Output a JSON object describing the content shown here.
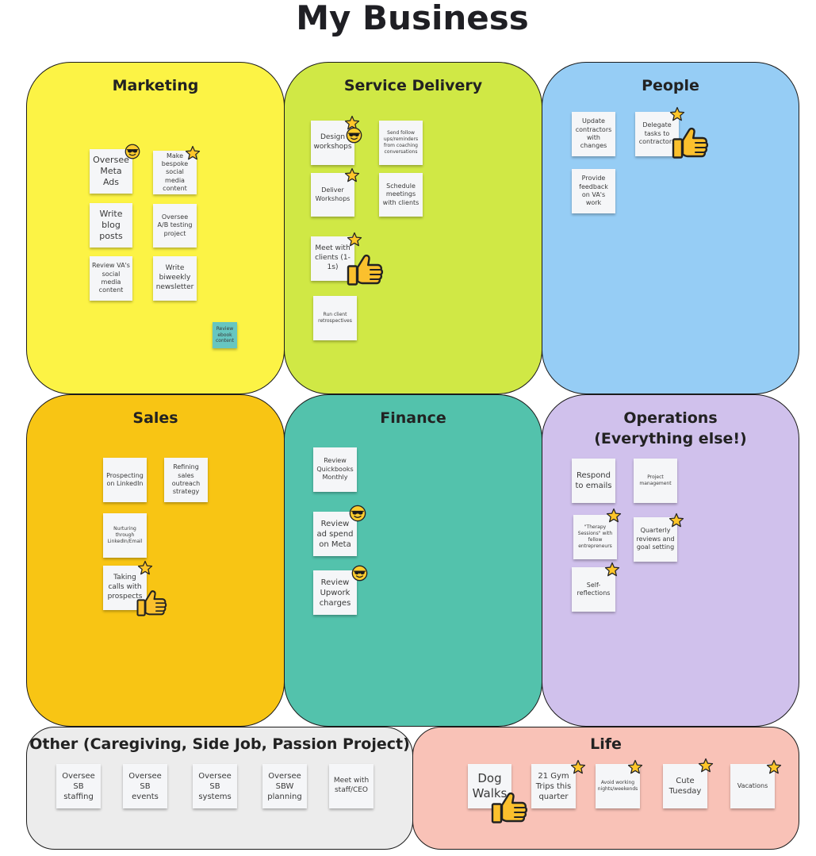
{
  "board": {
    "title": "My Business"
  },
  "frames": {
    "marketing": {
      "title": "Marketing",
      "color": "#fcf345"
    },
    "service_delivery": {
      "title": "Service Delivery",
      "color": "#d0e845"
    },
    "people": {
      "title": "People",
      "color": "#96cdf5"
    },
    "sales": {
      "title": "Sales",
      "color": "#f8c514"
    },
    "finance": {
      "title": "Finance",
      "color": "#53c2ac"
    },
    "operations": {
      "title": "Operations",
      "subtitle": "(Everything else!)",
      "color": "#d0c1ec"
    },
    "other": {
      "title": "Other (Caregiving, Side Job, Passion Project)",
      "color": "#ececec"
    },
    "life": {
      "title": "Life",
      "color": "#f9c2b7"
    }
  },
  "notes": {
    "marketing": [
      "Oversee Meta Ads",
      "Make bespoke social media content",
      "Write blog posts",
      "Oversee A/B testing project",
      "Review VA's social media content",
      "Write biweekly newsletter",
      "Review ebook content"
    ],
    "service_delivery": [
      "Design workshops",
      "Send follow ups/reminders from coaching conversations",
      "Deliver Workshops",
      "Schedule meetings with clients",
      "Meet with clients (1-1s)",
      "Run client retrospectives"
    ],
    "people": [
      "Update contractors with changes",
      "Delegate tasks to contractors",
      "Provide feedback on VA's work"
    ],
    "sales": [
      "Prospecting on LinkedIn",
      "Refining sales outreach strategy",
      "Nurturing through LinkedIn/Email",
      "Taking calls with prospects"
    ],
    "finance": [
      "Review Quickbooks Monthly",
      "Review ad spend on Meta",
      "Review Upwork charges"
    ],
    "operations": [
      "Respond to emails",
      "Project management",
      "\"Therapy Sessions\" with fellow entrepreneurs",
      "Quarterly reviews and goal setting",
      "Self-reflections"
    ],
    "other": [
      "Oversee SB staffing",
      "Oversee SB events",
      "Oversee SB systems",
      "Oversee SBW planning",
      "Meet with staff/CEO"
    ],
    "life": [
      "Dog Walks",
      "21 Gym Trips this quarter",
      "Avoid working nights/weekends",
      "Cute Tuesday",
      "Vacations"
    ]
  },
  "colors": {
    "sticky_note": "#f5f6f8",
    "teal_note": "#67c6c0",
    "star": "#ffc62a",
    "thumb": "#fbc02d"
  },
  "icons": [
    "star-icon",
    "thumbs-up-icon",
    "sunglasses-face-icon"
  ]
}
